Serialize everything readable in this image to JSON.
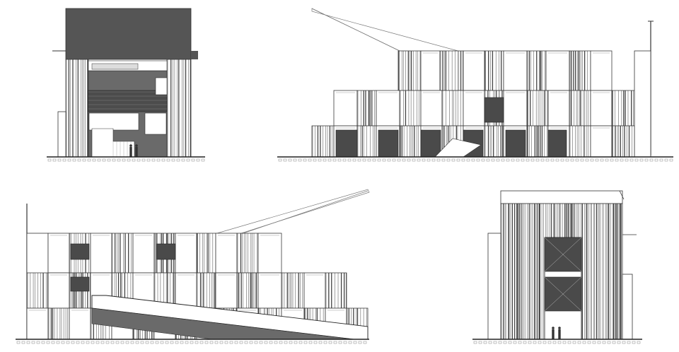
{
  "drawing": {
    "stroke_color": "#3a3a3a",
    "light_stroke": "#9a9a9a",
    "dark_fill": "#555555",
    "mid_fill": "#8a8a8a",
    "paper_color": "#ffffff"
  },
  "elevations": [
    {
      "id": "elevation-top-left",
      "kind": "end-elevation-open"
    },
    {
      "id": "elevation-top-right",
      "kind": "long-elevation-ramp-roof"
    },
    {
      "id": "elevation-bottom-left",
      "kind": "long-elevation-ramp"
    },
    {
      "id": "elevation-bottom-right",
      "kind": "end-elevation-closed"
    }
  ]
}
